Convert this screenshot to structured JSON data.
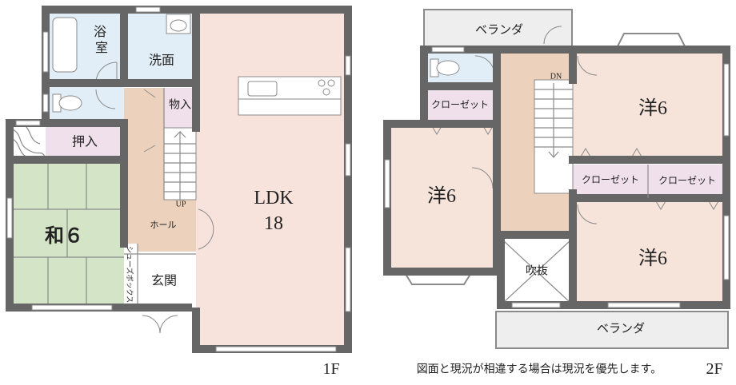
{
  "colors": {
    "ldk": "#f8e2dc",
    "wet": "#e2eef7",
    "closet": "#efe0ec",
    "tatami": "#d4e5c7",
    "hall": "#ecd2bd",
    "room": "#f6e4da",
    "white": "#ffffff",
    "balcony": "#eeeeee",
    "wall": "#666666"
  },
  "floor1": {
    "bath": "浴室",
    "washroom": "洗面",
    "storage": "物入",
    "oshiire": "押入",
    "washitsu": "和６",
    "hall": "ホール",
    "stairs_up": "UP",
    "shoe_box": "シューズボックス",
    "genkan": "玄関",
    "ldk": "LDK",
    "ldk_size": "18",
    "floor_label": "1F"
  },
  "floor2": {
    "balcony_top": "ベランダ",
    "closet_left": "クローゼット",
    "stairs_down": "DN",
    "room_top_right": "洋6",
    "room_left": "洋6",
    "closet_mid_a": "クローゼット",
    "closet_mid_b": "クローゼット",
    "room_bottom_right": "洋6",
    "fukinuke": "吹抜",
    "balcony_bottom": "ベランダ",
    "floor_label": "2F"
  },
  "note": "図面と現況が相違する場合は現況を優先します。"
}
